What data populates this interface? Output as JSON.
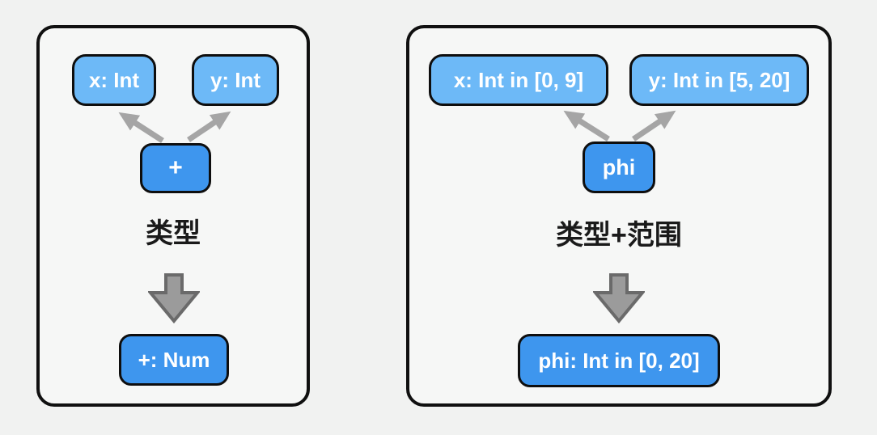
{
  "page": {
    "background_color": "#f1f2f1"
  },
  "colors": {
    "panel_background": "#f6f7f6",
    "panel_border": "#101010",
    "input_node_fill": "#6db9f7",
    "operator_node_fill": "#3e96ee",
    "result_node_fill": "#3e96ee",
    "node_border": "#0e0e0e",
    "node_text": "#ffffff",
    "edge_arrow": "#a5a5a5",
    "block_arrow_fill": "#9b9b9b",
    "block_arrow_stroke": "#6a6a6a",
    "title_text": "#1a1a1a"
  },
  "panels": [
    {
      "name": "type-only",
      "title": "类型",
      "inputs": [
        {
          "label": "x: Int"
        },
        {
          "label": "y: Int"
        }
      ],
      "operator": {
        "label": "+"
      },
      "result": {
        "label": "+: Num"
      }
    },
    {
      "name": "type-plus-range",
      "title": "类型+范围",
      "inputs": [
        {
          "label": "x: Int in [0, 9]"
        },
        {
          "label": "y: Int in [5, 20]"
        }
      ],
      "operator": {
        "label": "phi"
      },
      "result": {
        "label": "phi: Int in [0, 20]"
      }
    }
  ]
}
